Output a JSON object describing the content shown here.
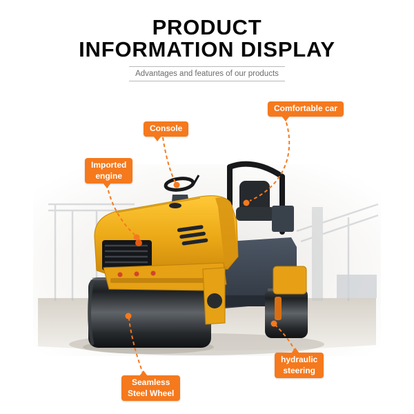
{
  "header": {
    "title_line1": "PRODUCT",
    "title_line2": "INFORMATION DISPLAY",
    "subtitle": "Advantages and features of our products"
  },
  "callouts": {
    "console": {
      "label": "Console"
    },
    "comfortable_car": {
      "label": "Comfortable car"
    },
    "imported_engine": {
      "line1": "Imported",
      "line2": "engine"
    },
    "hydraulic_steering": {
      "line1": "hydraulic",
      "line2": "steering"
    },
    "seamless_steel_wheel": {
      "line1": "Seamless",
      "line2": "Steel Wheel"
    }
  },
  "colors": {
    "accent_orange": "#F5791D",
    "hood_yellow": "#EBA816",
    "machine_body_gray": "#3E4854",
    "title_black": "#070707",
    "subtitle_gray": "#6B6B6B"
  }
}
